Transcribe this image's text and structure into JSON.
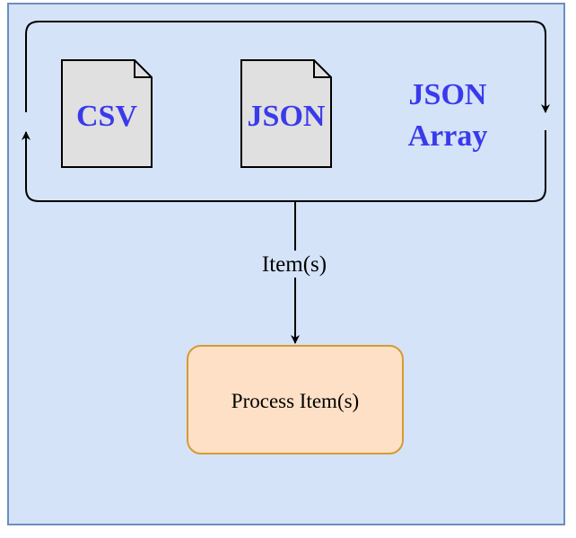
{
  "diagram": {
    "colors": {
      "container_fill": "#d4e3f7",
      "container_stroke": "#6c8ebf",
      "doc_fill": "#e0e0e0",
      "doc_stroke": "#000000",
      "format_text": "#3a3aec",
      "process_fill": "#fde0c5",
      "process_stroke": "#d69a32"
    },
    "formats": {
      "csv": "CSV",
      "json": "JSON",
      "json_array_line1": "JSON",
      "json_array_line2": "Array"
    },
    "edge_label": "Item(s)",
    "process_label": "Process Item(s)"
  }
}
